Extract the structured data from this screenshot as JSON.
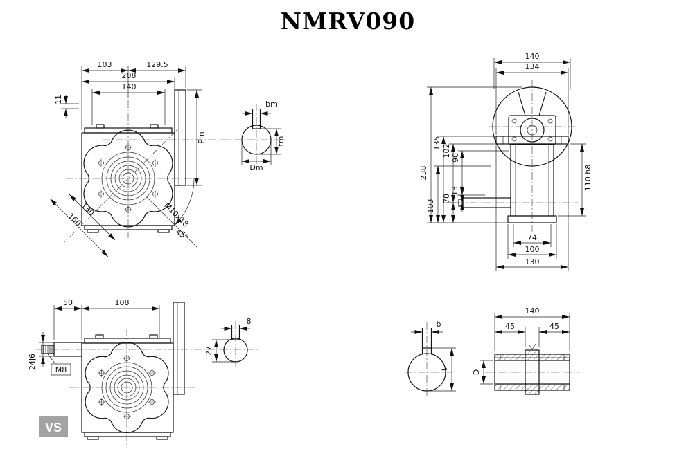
{
  "title": "NMRV090",
  "front_view": {
    "w103": "103",
    "w1295": "129.5",
    "w208": "208",
    "w140": "140",
    "h11": "11",
    "pm": "Pm",
    "bm": "bm",
    "tm": "tm",
    "dm": "Dm",
    "d130": "130",
    "d160": "160",
    "angle": "45°",
    "thread": "M10x18"
  },
  "side_view": {
    "w140": "140",
    "w134": "134",
    "h238": "238",
    "h135": "135",
    "h102": "102",
    "h90": "90",
    "h103": "103",
    "h70": "70",
    "h13": "13",
    "d110": "110 h8",
    "w74": "74",
    "w100": "100",
    "w130": "130"
  },
  "vs_view": {
    "w50": "50",
    "w108": "108",
    "k8": "8",
    "k27": "27",
    "d24": "24j6",
    "thread": "M8",
    "badge": "VS"
  },
  "shaft_view": {
    "b": "b",
    "t": "t",
    "w140": "140",
    "w45l": "45",
    "w45r": "45",
    "d": "D"
  }
}
